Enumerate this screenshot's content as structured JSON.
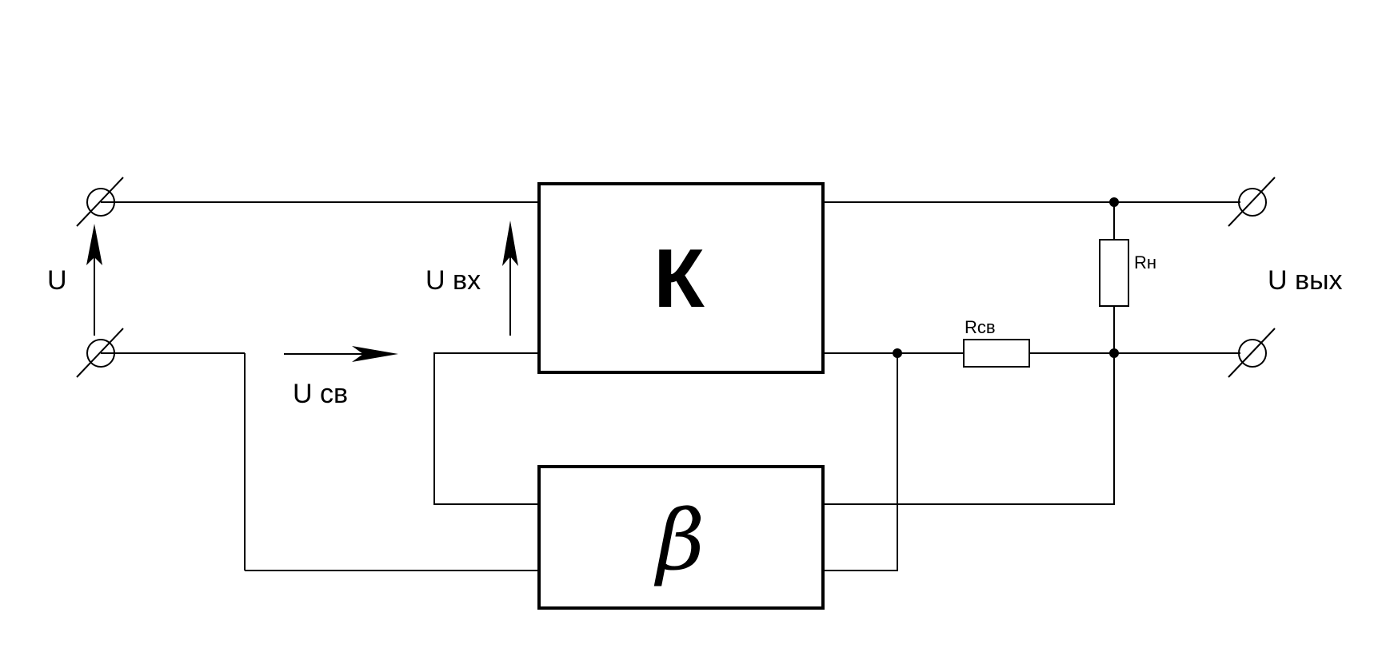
{
  "labels": {
    "input_voltage": "U",
    "amp_input_voltage": "U вх",
    "feedback_voltage": "U св",
    "output_voltage": "U вых",
    "load_resistor": "Rн",
    "feedback_resistor": "Rсв"
  },
  "blocks": {
    "amplifier": "К",
    "feedback": "β"
  }
}
